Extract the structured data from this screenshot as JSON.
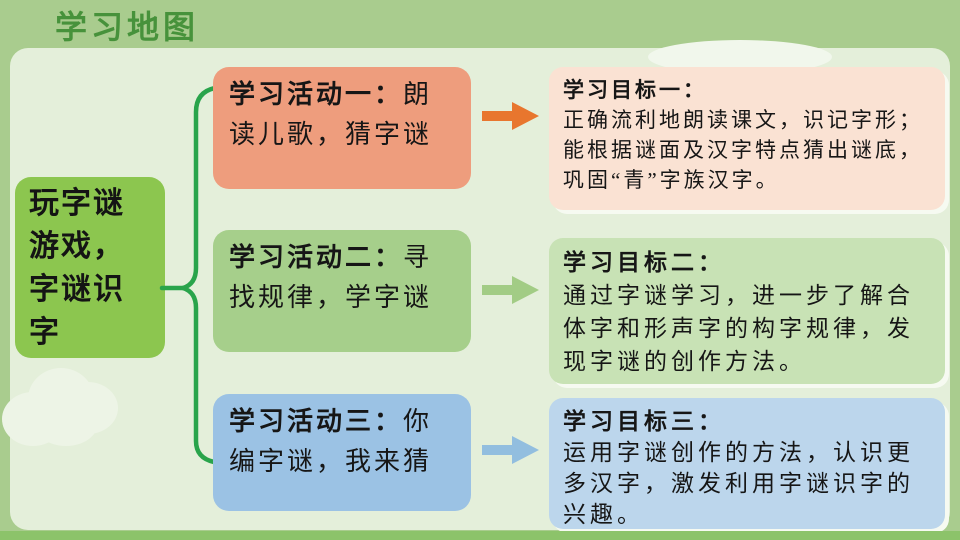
{
  "page_title": "学习地图",
  "root_node": {
    "label": "玩字谜游戏，字谜识字"
  },
  "connector": {
    "name": "curly-brace",
    "color": "#29a44b"
  },
  "rows": [
    {
      "activity": {
        "header": "学习活动一：",
        "body": "朗读儿歌，猜字谜",
        "bg": "#ee9d7d"
      },
      "arrow_icon": "arrow-right",
      "arrow_color": "#e8762e",
      "goal": {
        "header": "学习目标一：",
        "body": "正确流利地朗读课文，识记字形；能根据谜面及汉字特点猜出谜底，巩固“青”字族汉字。",
        "bg": "#fae2d3"
      }
    },
    {
      "activity": {
        "header": "学习活动二：",
        "body": "寻找规律，学字谜",
        "bg": "#a6cf8b"
      },
      "arrow_icon": "arrow-right",
      "arrow_color": "#a2cc85",
      "goal": {
        "header": "学习目标二：",
        "body": "通过字谜学习，进一步了解合体字和形声字的构字规律，发现字谜的创作方法。",
        "bg": "#c8e2b5"
      }
    },
    {
      "activity": {
        "header": "学习活动三：",
        "body": "你编字谜，我来猜",
        "bg": "#9bc2e4"
      },
      "arrow_icon": "arrow-right",
      "arrow_color": "#92bedf",
      "goal": {
        "header": "学习目标三：",
        "body": "运用字谜创作的方法，认识更多汉字，激发利用字谜识字的兴趣。",
        "bg": "#bcd6ec"
      }
    }
  ],
  "theme": {
    "background": "#a9cc8e",
    "panel": "#e4efda",
    "bottom_bar": "#8cc36a",
    "title_color": "#47923b",
    "root_bg": "#8cc64f"
  }
}
